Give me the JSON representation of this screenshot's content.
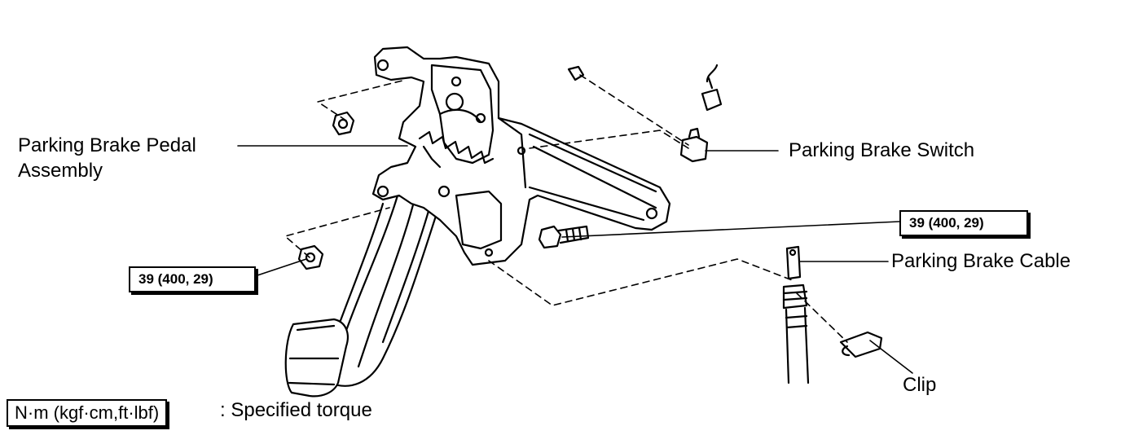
{
  "labels": {
    "pedal_assembly_line1": "Parking Brake Pedal",
    "pedal_assembly_line2": "Assembly",
    "switch": "Parking Brake Switch",
    "cable": "Parking Brake Cable",
    "clip": "Clip"
  },
  "torque": {
    "left_nut": "39 (400, 29)",
    "bolt": "39 (400, 29)"
  },
  "legend": {
    "unit_box": "N·m (kgf·cm,ft·lbf)",
    "description": ": Specified torque"
  }
}
